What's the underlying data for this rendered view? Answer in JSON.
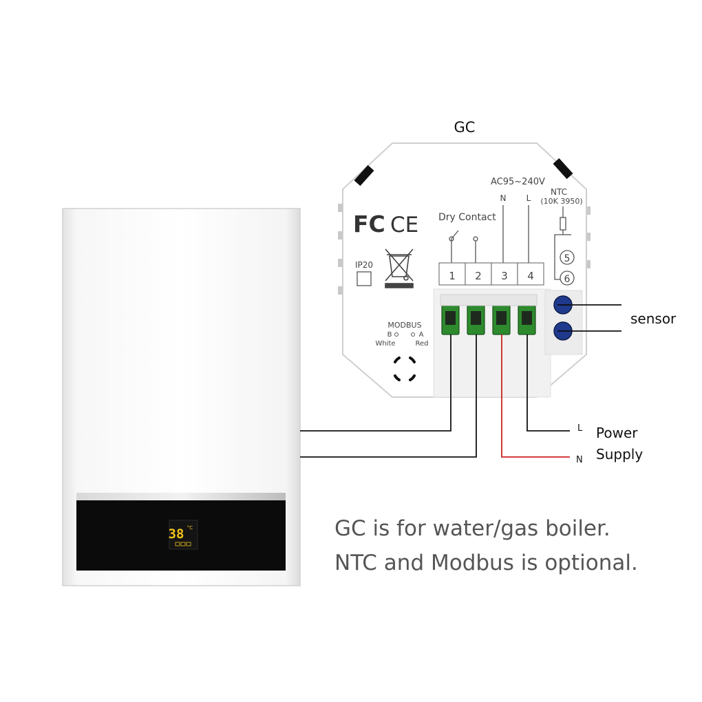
{
  "module": {
    "title": "GC",
    "voltage": "AC95~240V",
    "n_label": "N",
    "l_label": "L",
    "ntc_label": "NTC",
    "ntc_spec": "(10K 3950)",
    "dry_contact": "Dry  Contact",
    "terminals": [
      "1",
      "2",
      "3",
      "4"
    ],
    "ntc_terminals": [
      "5",
      "6"
    ],
    "ip_rating": "IP20",
    "modbus": "MODBUS",
    "modbus_b": "B",
    "modbus_a": "A",
    "modbus_white": "White",
    "modbus_red": "Red",
    "fc_logo": "FC",
    "ce_logo": "CE"
  },
  "wiring": {
    "sensor_label": "sensor",
    "power_line_1": "Power",
    "power_line_2": "Supply",
    "l_wire": "L",
    "n_wire": "N",
    "colors": {
      "black": "#111111",
      "red": "#cc2222",
      "connector_green": "#2d8a2d",
      "sensor_blue": "#1f3a8c"
    }
  },
  "boiler": {
    "display_temp": "38",
    "display_unit": "°C"
  },
  "caption": {
    "line1": "GC is for water/gas boiler.",
    "line2": "NTC and Modbus is optional."
  }
}
